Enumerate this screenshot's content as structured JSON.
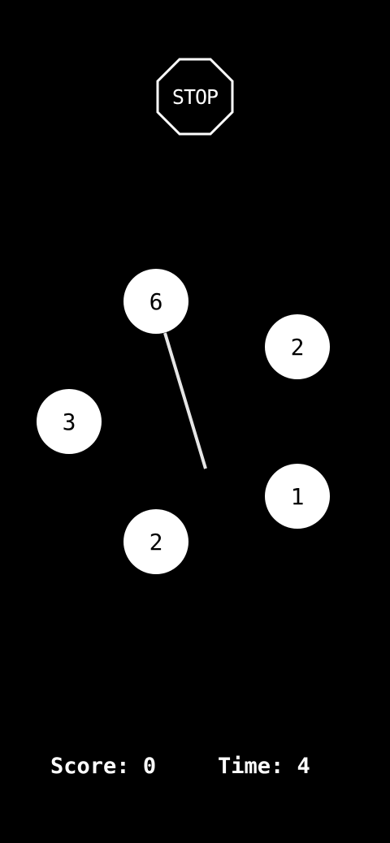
{
  "stop_button": {
    "label": "STOP"
  },
  "balls": [
    {
      "number": "6"
    },
    {
      "number": "2"
    },
    {
      "number": "3"
    },
    {
      "number": "1"
    },
    {
      "number": "2"
    }
  ],
  "hud": {
    "score_label": "Score:",
    "score_value": "0",
    "time_label": "Time:",
    "time_value": "4"
  },
  "colors": {
    "background": "#000000",
    "ball": "#ffffff",
    "ball_text": "#000000",
    "line": "#e6e6e6"
  }
}
